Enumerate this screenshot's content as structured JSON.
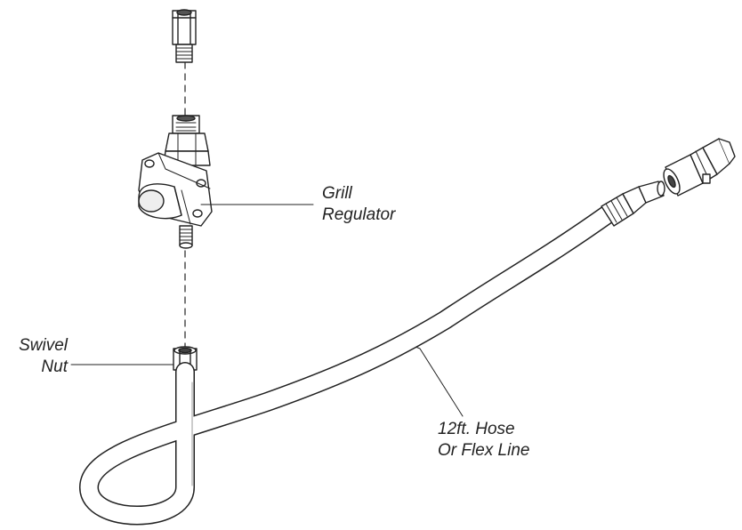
{
  "labels": {
    "grill_regulator": [
      "Grill",
      "Regulator"
    ],
    "swivel_nut": [
      "Swivel",
      "Nut"
    ],
    "hose": [
      "12ft. Hose",
      "Or Flex Line"
    ]
  },
  "colors": {
    "line": "#222222",
    "fill_light": "#ffffff",
    "shade": "#d8d8d8"
  }
}
